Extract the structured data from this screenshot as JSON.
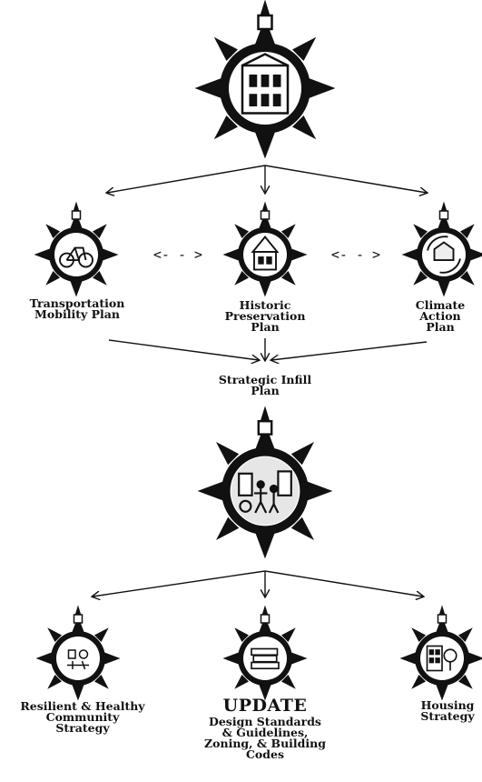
{
  "diagram": {
    "nodes": {
      "top": {},
      "transportation": {
        "label": "Transportation\nMobility Plan"
      },
      "historic": {
        "label": "Historic\nPreservation\nPlan"
      },
      "climate": {
        "label": "Climate\nAction\nPlan"
      },
      "infill": {
        "label": "Strategic Infill\nPlan"
      },
      "resilient": {
        "label": "Resilient & Healthy\nCommunity\nStrategy"
      },
      "update": {
        "title": "UPDATE",
        "label": "Design Standards\n& Guidelines,\nZoning, & Building\nCodes"
      },
      "housing": {
        "label": "Housing\nStrategy"
      }
    },
    "connectors": {
      "left_bidir": "<- - >",
      "right_bidir": "<- - >"
    }
  },
  "colors": {
    "ink": "#111111",
    "paper": "#ffffff",
    "fill_gray": "#e6e6e6"
  }
}
